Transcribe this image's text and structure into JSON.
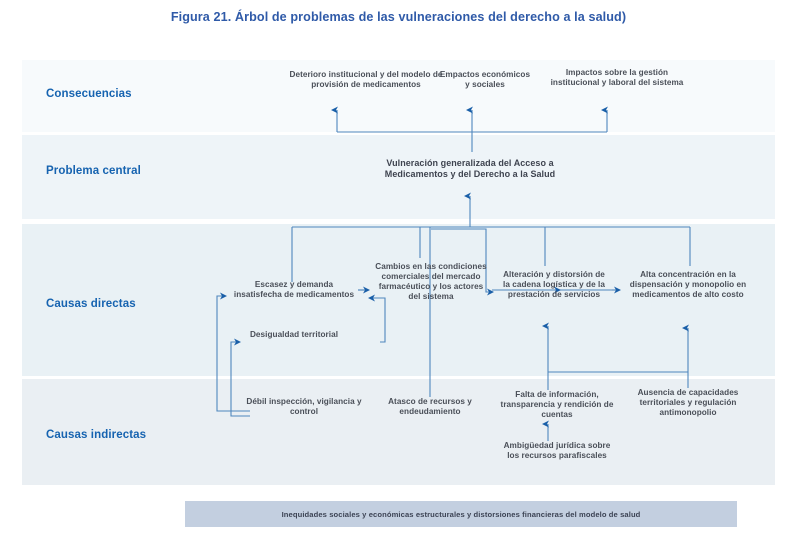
{
  "figure": {
    "title": "Figura 21. Árbol de problemas de las vulneraciones del derecho a la salud)"
  },
  "rows": [
    {
      "key": "consecuencias",
      "label": "Consecuencias"
    },
    {
      "key": "problema",
      "label": "Problema central"
    },
    {
      "key": "directas",
      "label": "Causas directas"
    },
    {
      "key": "indirectas",
      "label": "Causas indirectas"
    }
  ],
  "nodes": {
    "consecuencias": [
      {
        "id": "deterioro",
        "text": "Deterioro institucional y del modelo de provisión de medicamentos"
      },
      {
        "id": "empactos",
        "text": "Empactos económicos y sociales"
      },
      {
        "id": "impactos",
        "text": "Impactos sobre la gestión institucional y laboral del sistema"
      }
    ],
    "problema_central": {
      "id": "central",
      "text": "Vulneración generalizada del Acceso a Medicamentos y del Derecho a la Salud"
    },
    "causas_directas": [
      {
        "id": "escasez",
        "text": "Escasez y demanda insatisfecha de medicamentos"
      },
      {
        "id": "desigualdad",
        "text": "Desigualdad territorial"
      },
      {
        "id": "cambios",
        "text": "Cambios en las condiciones comerciales del mercado farmacéutico y los actores del sistema"
      },
      {
        "id": "alteracion",
        "text": "Alteración y distorsión de la cadena logística y de la prestación de servicios"
      },
      {
        "id": "alta",
        "text": "Alta concentración en la dispensación y monopolio en medicamentos de alto costo"
      }
    ],
    "causas_indirectas": [
      {
        "id": "debil",
        "text": "Débil inspección, vigilancia y control"
      },
      {
        "id": "atasco",
        "text": "Atasco de recursos y endeudamiento"
      },
      {
        "id": "falta",
        "text": "Falta de información, transparencia y rendición de cuentas"
      },
      {
        "id": "ambiguedad",
        "text": "Ambigüedad jurídica sobre los recursos parafiscales"
      },
      {
        "id": "ausencia",
        "text": "Ausencia de capacidades territoriales y regulación antimonopolio"
      }
    ]
  },
  "banner": {
    "text": "Inequidades sociales y económicas estructurales y distorsiones financieras del modelo de salud"
  },
  "colors": {
    "title": "#2f5aa8",
    "row_label": "#1663b0",
    "node_text": "#4a4f58",
    "connector": "#4f87bd",
    "arrowhead": "#1a5fa8",
    "band_consecuencias": "#f7fafc",
    "band_problema": "#eef4f8",
    "band_directas": "#e9f1f5",
    "band_indirectas": "#eaeff3",
    "banner_bg": "#c3cfe0",
    "banner_text": "#3c4354"
  }
}
